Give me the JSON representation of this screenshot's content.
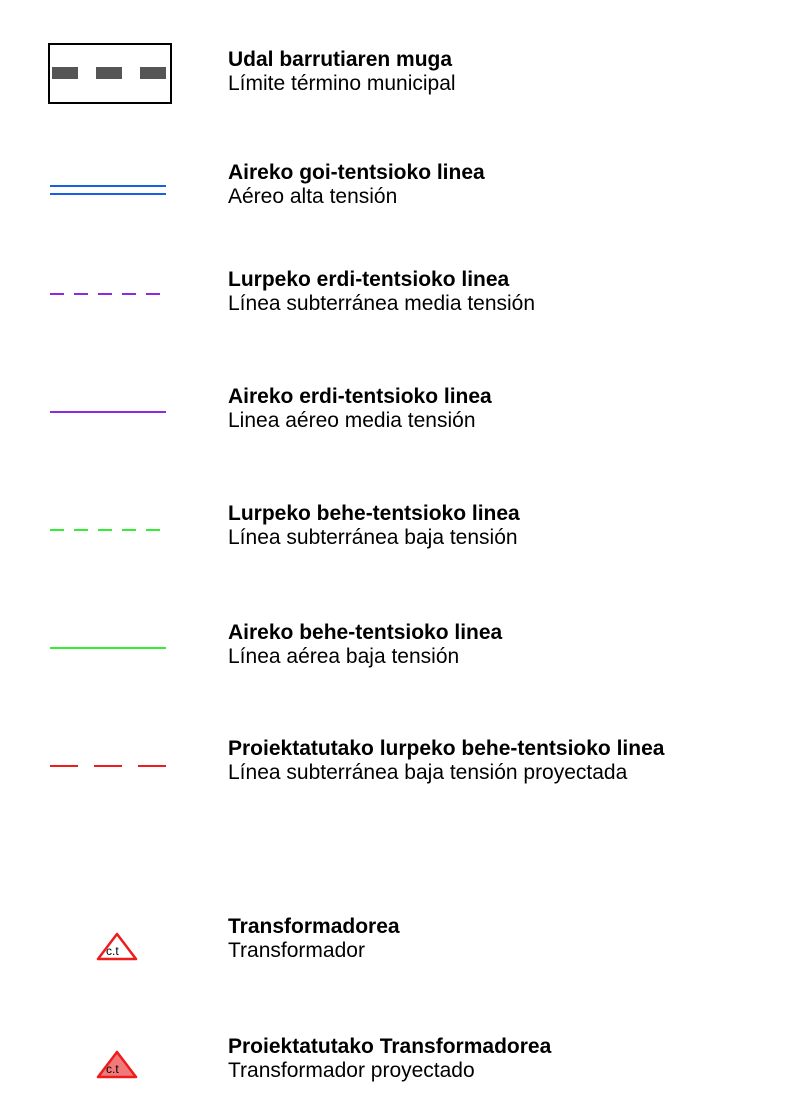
{
  "legend": {
    "items": [
      {
        "symbol": "municipal-boundary",
        "title_eu": "Udal barrutiaren muga",
        "title_es": "Límite término municipal",
        "color": "#555555"
      },
      {
        "symbol": "double-solid-line",
        "title_eu": "Aireko goi-tentsioko linea",
        "title_es": "Aéreo alta tensión",
        "color": "#1a5fe0"
      },
      {
        "symbol": "dashed-line",
        "title_eu": "Lurpeko erdi-tentsioko linea",
        "title_es": "Línea subterránea media tensión",
        "color": "#8a2be2"
      },
      {
        "symbol": "solid-line",
        "title_eu": "Aireko erdi-tentsioko linea",
        "title_es": "Linea aéreo media tensión",
        "color": "#8a2be2"
      },
      {
        "symbol": "dashed-line",
        "title_eu": "Lurpeko behe-tentsioko linea",
        "title_es": "Línea subterránea baja tensión",
        "color": "#33ee33"
      },
      {
        "symbol": "solid-line",
        "title_eu": "Aireko behe-tentsioko linea",
        "title_es": "Línea aérea baja tensión",
        "color": "#33ee33"
      },
      {
        "symbol": "long-dashed-line",
        "title_eu": "Proiektatutako lurpeko behe-tentsioko linea",
        "title_es": "Línea subterránea baja tensión proyectada",
        "color": "#ee1c1c"
      },
      {
        "symbol": "transformer-triangle",
        "symbol_text": "c.t",
        "title_eu": "Transformadorea",
        "title_es": "Transformador",
        "color": "#ee1c1c",
        "fill": "#ffffff"
      },
      {
        "symbol": "projected-transformer-triangle",
        "symbol_text": "c.t",
        "title_eu": "Proiektatutako Transformadorea",
        "title_es": "Transformador proyectado",
        "color": "#ee1c1c",
        "fill": "#f07a7a"
      }
    ]
  }
}
